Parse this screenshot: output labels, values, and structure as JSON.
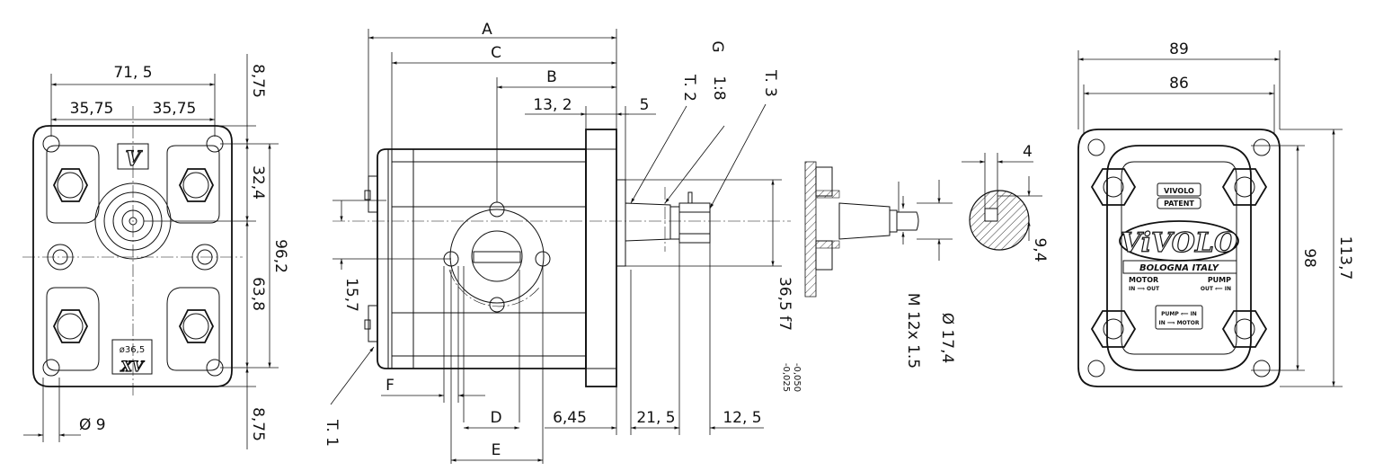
{
  "front_view": {
    "dim_width": "71, 5",
    "dim_left_half": "35,75",
    "dim_right_half": "35,75",
    "dim_top_offset": "8,75",
    "dim_upper_center": "32,4",
    "dim_lower_center": "63,8",
    "dim_total_height": "96,2",
    "dim_bottom_offset": "8,75",
    "dim_hole": "Ø 9",
    "logo_letter": "V",
    "bottom_mark": "XV",
    "bottom_diameter": "ø36,5"
  },
  "side_view": {
    "label_a": "A",
    "label_b": "B",
    "label_c": "C",
    "label_d": "D",
    "label_e": "E",
    "label_f": "F",
    "label_g": "G",
    "taper": "1:8",
    "label_t1": "T. 1",
    "label_t2": "T. 2",
    "label_t3": "T. 3",
    "dim_13_2": "13, 2",
    "dim_5": "5",
    "dim_15_7": "15,7",
    "dim_pilot": "36,5  f7",
    "tol_upper": "-0,025",
    "tol_lower": "-0,050",
    "dim_6_45": "6,45",
    "dim_21_5": "21, 5",
    "dim_12_5": "12, 5"
  },
  "shaft_view": {
    "thread": "M 12x 1.5",
    "diameter": "Ø 17,4"
  },
  "key_view": {
    "key_width": "4",
    "key_height": "9,4"
  },
  "back_view": {
    "dim_89": "89",
    "dim_86": "86",
    "dim_98": "98",
    "dim_113_7": "113,7",
    "brand_small": "VIVOLO",
    "patent": "PATENT",
    "brand_big": "ViVOLO",
    "city": "BOLOGNA   ITALY",
    "motor": "MOTOR",
    "motor_io": "IN ⟹ OUT",
    "pump": "PUMP",
    "pump_io": "OUT ⟸ IN",
    "plate_line1": "PUMP ⟸ IN",
    "plate_line2": "IN ⟹ MOTOR"
  }
}
